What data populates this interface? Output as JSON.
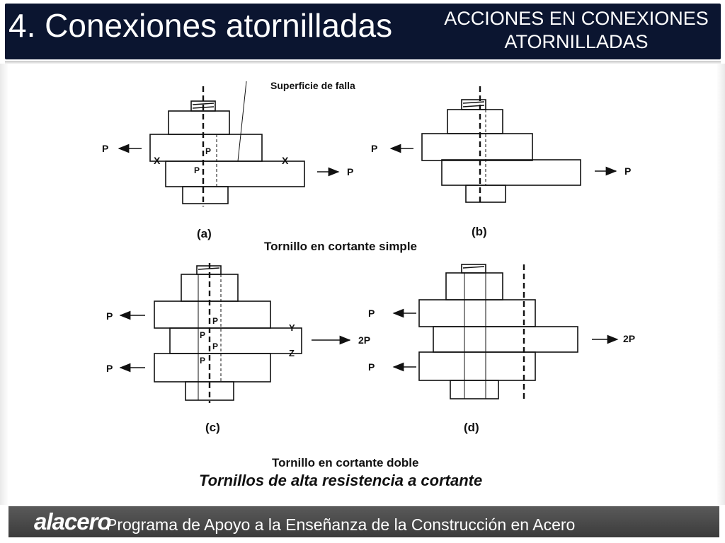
{
  "header": {
    "title": "4. Conexiones atornilladas",
    "subtitle": "ACCIONES EN CONEXIONES ATORNILLADAS"
  },
  "figure": {
    "failure_surface": "Superficie de falla",
    "panel_a": "(a)",
    "panel_b": "(b)",
    "panel_c": "(c)",
    "panel_d": "(d)",
    "load_p": "P",
    "load_2p": "2P",
    "section_x": "X",
    "section_y": "Y",
    "section_z": "Z",
    "single_shear": "Tornillo en cortante simple",
    "double_shear": "Tornillo en cortante doble",
    "caption": "Tornillos de alta resistencia a cortante"
  },
  "footer": {
    "logo": "alacero",
    "program": "Programa de Apoyo a la Enseñanza de la Construcción en Acero"
  }
}
